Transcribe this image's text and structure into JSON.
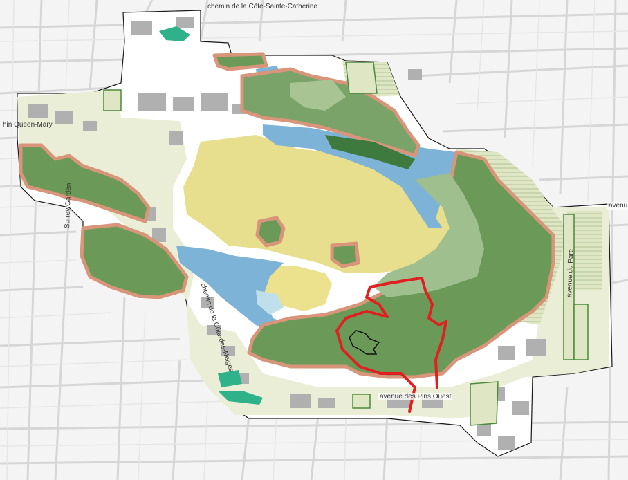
{
  "map": {
    "colors": {
      "background": "#f4f4f4",
      "streets": "#d9d9d9",
      "boundary": "#1a1a1a",
      "heritage_outline": "#d9957a",
      "wooded": "#6b9a58",
      "wooded_dark": "#3e7a3e",
      "grass_light": "#dfe6c4",
      "hatched": "#c9d6b0",
      "lake_water": "#7db3d6",
      "light_water": "#bfe0ea",
      "cemetery_yellow": "#e8df8e",
      "built": "#a9a9a9",
      "teal": "#2fb28a",
      "red_trail": "#e02020",
      "black_outline": "#111111"
    },
    "labels": {
      "cote_sainte_catherine": "chemin de la Côte-Sainte-Catherine",
      "queen_mary": "hin Queen-Mary",
      "surrey_gardens": "Surrey Garden",
      "cote_des_neiges": "chemin de la Côte-des-Neiges",
      "pins_ouest": "avenue des Pins Ouest",
      "avenue_du_parc": "avenue du Parc",
      "avenue_right": "avenu"
    }
  }
}
